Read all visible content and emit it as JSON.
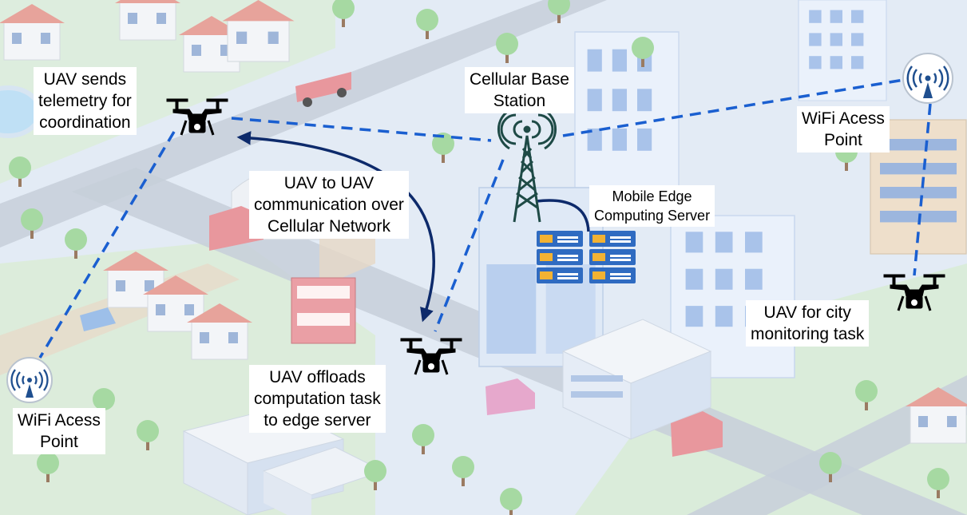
{
  "labels": {
    "uav_telemetry": [
      "UAV sends",
      "telemetry for",
      "coordination"
    ],
    "cellular_bs": [
      "Cellular Base",
      "Station"
    ],
    "wifi_ap_right": [
      "WiFi Acess",
      "Point"
    ],
    "uav_to_uav": [
      "UAV to UAV",
      "communication over",
      "Cellular Network"
    ],
    "mec_server": [
      "Mobile Edge",
      "Computing Server"
    ],
    "uav_monitoring": [
      "UAV for city",
      "monitoring task"
    ],
    "uav_offload": [
      "UAV offloads",
      "computation task",
      "to edge server"
    ],
    "wifi_ap_left": [
      "WiFi Acess",
      "Point"
    ]
  },
  "colors": {
    "link_dashed": "#1a5fd0",
    "link_curved": "#0d2a6b",
    "drone": "#000000",
    "server": "#2f6bc1",
    "server_led": "#f2b233"
  },
  "icons": [
    "drone-icon",
    "cell-tower-icon",
    "wifi-access-point-icon",
    "server-rack-icon"
  ]
}
